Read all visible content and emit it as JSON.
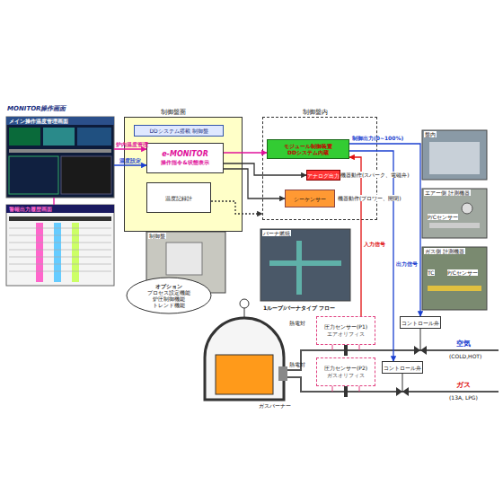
{
  "diagram": {
    "nodes": [
      {
        "text": [
          "メイン操作温度管理画面"
        ]
      },
      {
        "text": [
          "警報出力履歴画面"
        ]
      },
      {
        "text": [
          "制御盤面"
        ]
      },
      {
        "text": [
          "DDシステム搭載 制御盤"
        ],
        "in": 2
      },
      {
        "text": [
          "e-MONITOR",
          "操作指令&状態表示"
        ],
        "in": 2
      },
      {
        "text": [
          "温度記録計"
        ],
        "in": 2
      },
      {
        "text": [
          "制御盤内"
        ]
      },
      {
        "text": [
          "モジュール制御装置 DDシステム内蔵"
        ],
        "in": 6
      },
      {
        "text": [
          "アナログ出力"
        ],
        "in": 6
      },
      {
        "text": [
          "シーケンサー"
        ],
        "in": 6
      },
      {
        "text": [
          "盤内"
        ]
      },
      {
        "text": [
          "エアー側 計測機器"
        ]
      },
      {
        "text": [
          "ガス側 計測機器"
        ]
      },
      {
        "text": [
          "制御盤"
        ]
      },
      {
        "text": [
          "オプション",
          "プロセス設定機能 炉圧制御機能 トレンド機能"
        ]
      },
      {
        "text": [
          "バーナ燃焼"
        ]
      },
      {
        "text": [
          "圧力センサー(P1)",
          "エアオリフィス"
        ]
      },
      {
        "text": [
          "圧力センサー(P2)",
          "ガスオリフィス"
        ]
      },
      {
        "text": [
          "コントロール弁"
        ]
      },
      {
        "text": [
          "コントロール弁"
        ]
      }
    ],
    "edges": [
      {
        "from": 0,
        "to": 4,
        "label": "炉内温度管理",
        "arrow": "to"
      },
      {
        "from": 0,
        "to": 4,
        "label": "温度設定",
        "arrow": "to"
      },
      {
        "from": 0,
        "to": 1,
        "arrow": "none"
      },
      {
        "from": 4,
        "to": 7,
        "arrow": "to"
      },
      {
        "from": 4,
        "to": 8,
        "arrow": "to"
      },
      {
        "from": 4,
        "to": 9,
        "arrow": "to"
      },
      {
        "from": 5,
        "to": 6,
        "arrow": "to"
      },
      {
        "from": 7,
        "to": 18,
        "label": "制御出力(0~100%)",
        "arrow": "to"
      },
      {
        "from": 7,
        "to": 19,
        "label": "出力信号",
        "arrow": "to"
      },
      {
        "from": 16,
        "to": 7,
        "label": "入力信号",
        "arrow": "to"
      }
    ],
    "labels": [
      "MONITOR操作画面",
      "機器動作(スパーク、電磁弁)",
      "機器動作(ブロワー、開閉)",
      "1ループ/バーナタイプ フロー",
      "熱電対",
      "熱電対",
      "ガスバーナー",
      "空気",
      "(COLD,HOT)",
      "ガス",
      "(13A, LPG)",
      "P/Cセンサー",
      "TC",
      "P/Cセンサー"
    ]
  }
}
